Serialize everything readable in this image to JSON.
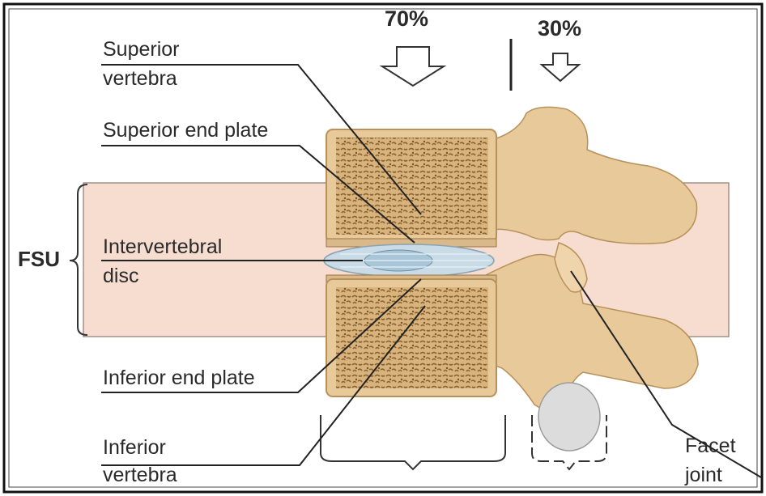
{
  "diagram": {
    "percent_left": "70%",
    "percent_right": "30%",
    "fsu_label": "FSU",
    "labels": {
      "superior_vertebra_line1": "Superior",
      "superior_vertebra_line2": "vertebra",
      "superior_end_plate": "Superior end plate",
      "intervertebral_disc_line1": "Intervertebral",
      "intervertebral_disc_line2": "disc",
      "inferior_end_plate": "Inferior end plate",
      "inferior_vertebra_line1": "Inferior",
      "inferior_vertebra_line2": "vertebra",
      "facet_joint_line1": "Facet",
      "facet_joint_line2": "joint"
    },
    "colors": {
      "bone": "#e8c99a",
      "bone_edge": "#b8915a",
      "cancellous": "#c9a66b",
      "fsu_band": "#f7ddd0",
      "disc": "#c8dbe6",
      "line": "#222222"
    }
  }
}
